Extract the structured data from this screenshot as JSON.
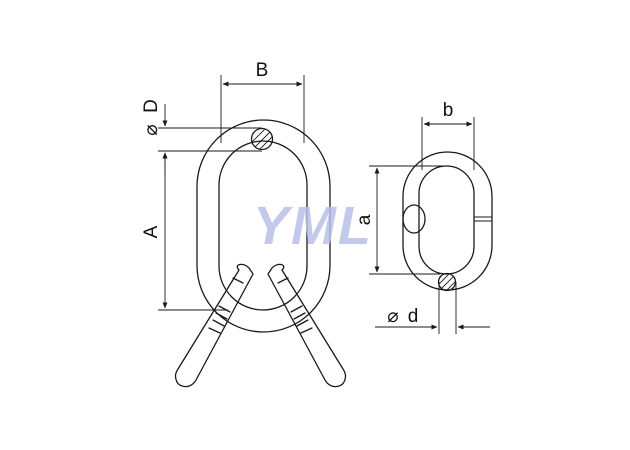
{
  "labels": {
    "B": "B",
    "D": "D",
    "A": "A",
    "b": "b",
    "a": "a",
    "d": "d",
    "diameter_symbol": "⌀"
  },
  "watermark": "YML",
  "colors": {
    "line": "#1a1a1a",
    "watermark": "#b9bfe6",
    "background": "#ffffff"
  }
}
